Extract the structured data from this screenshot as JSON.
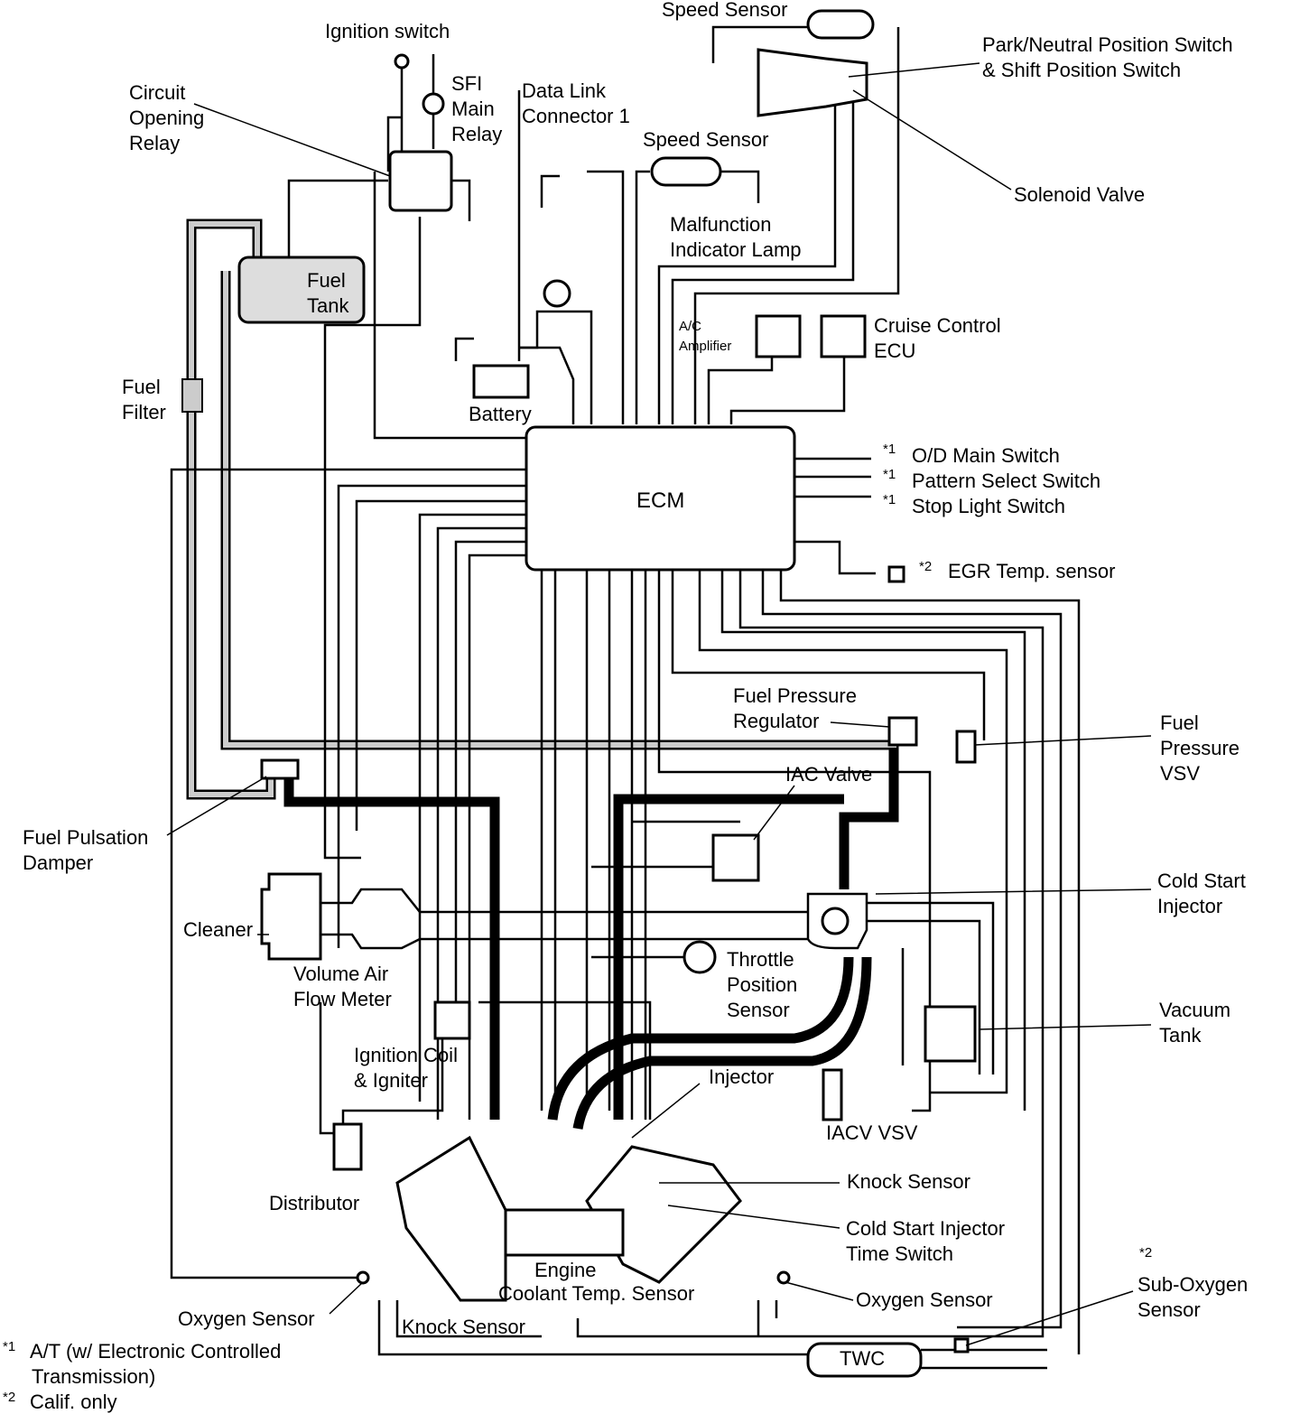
{
  "labels": {
    "speed_sensor_top": "Speed Sensor",
    "ignition_switch": "Ignition switch",
    "park_neutral_1": "Park/Neutral Position Switch",
    "park_neutral_2": "& Shift Position Switch",
    "circuit_opening_relay": [
      "Circuit",
      "Opening",
      "Relay"
    ],
    "sfi_main_relay": [
      "SFI",
      "Main",
      "Relay"
    ],
    "data_link_connector": [
      "Data Link",
      "Connector 1"
    ],
    "speed_sensor_mid": "Speed Sensor",
    "solenoid_valve": "Solenoid Valve",
    "malfunction_indicator_lamp": [
      "Malfunction",
      "Indicator Lamp"
    ],
    "fuel_tank": [
      "Fuel",
      "Tank"
    ],
    "ac_amplifier": [
      "A/C",
      "Amplifier"
    ],
    "cruise_control_ecu": [
      "Cruise Control",
      "ECU"
    ],
    "fuel_filter": [
      "Fuel",
      "Filter"
    ],
    "battery": "Battery",
    "ecm": "ECM",
    "od_main_switch": "O/D Main Switch",
    "pattern_select_switch": "Pattern Select Switch",
    "stop_light_switch": "Stop Light Switch",
    "egr_temp_sensor": "EGR Temp. sensor",
    "fuel_pressure_regulator": [
      "Fuel Pressure",
      "Regulator"
    ],
    "fuel_pressure_vsv": [
      "Fuel",
      "Pressure",
      "VSV"
    ],
    "iac_valve": "IAC Valve",
    "fuel_pulsation_damper": [
      "Fuel Pulsation",
      "Damper"
    ],
    "cold_start_injector": [
      "Cold Start",
      "Injector"
    ],
    "cleaner": "Cleaner",
    "throttle_position_sensor": [
      "Throttle",
      "Position",
      "Sensor"
    ],
    "volume_air_flow_meter": [
      "Volume Air",
      "Flow Meter"
    ],
    "vacuum_tank": [
      "Vacuum",
      "Tank"
    ],
    "ignition_coil_igniter": [
      "Ignition Coil",
      "& Igniter"
    ],
    "injector": "Injector",
    "iacv_vsv": "IACV VSV",
    "knock_sensor_right": "Knock Sensor",
    "distributor": "Distributor",
    "cold_start_injector_time_switch": [
      "Cold Start Injector",
      "Time Switch"
    ],
    "engine_coolant_temp_sensor": [
      "Engine",
      "Coolant Temp. Sensor"
    ],
    "sub_oxygen_sensor": [
      "Sub-Oxygen",
      "Sensor"
    ],
    "oxygen_sensor_left": "Oxygen Sensor",
    "oxygen_sensor_right": "Oxygen Sensor",
    "knock_sensor_left": "Knock Sensor",
    "twc": "TWC",
    "mark1": "*1",
    "mark2": "*2"
  },
  "footnotes": {
    "note1_mark": "*1",
    "note1_line1": "A/T (w/ Electronic Controlled",
    "note1_line2": "Transmission)",
    "note2_mark": "*2",
    "note2_text": "Calif. only"
  }
}
